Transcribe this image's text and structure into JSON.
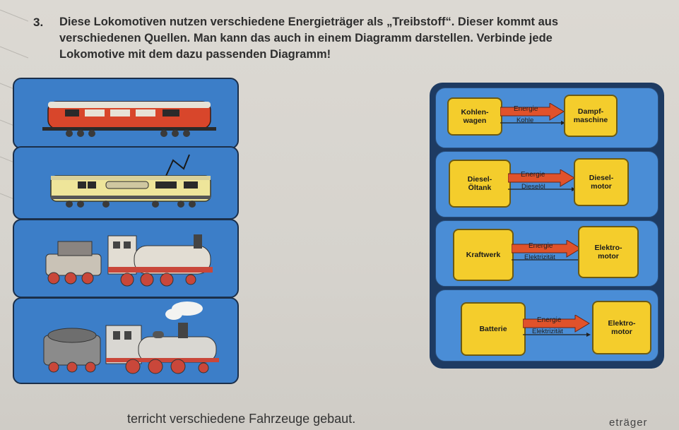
{
  "task": {
    "number": "3.",
    "line1": "Diese Lokomotiven nutzen verschiedene Energieträger als „Treibstoff“. Dieser kommt aus",
    "line2": "verschiedenen Quellen. Man kann das auch in einem Diagramm darstellen. Verbinde jede",
    "line3": "Lokomotive mit dem dazu passenden Diagramm!"
  },
  "locomotives": [
    {
      "type": "diesel",
      "color": "#d8462b"
    },
    {
      "type": "electric",
      "color": "#eee59a"
    },
    {
      "type": "steam-red",
      "color": "#c9473a"
    },
    {
      "type": "steam-old",
      "color": "#9a9a9a"
    }
  ],
  "diagrams": [
    {
      "source": "Kohlen-\nwagen",
      "energy": "Energie",
      "carrier": "Kohle",
      "target": "Dampf-\nmaschine"
    },
    {
      "source": "Diesel-\nÖltank",
      "energy": "Energie",
      "carrier": "Dieselöl",
      "target": "Diesel-\nmotor"
    },
    {
      "source": "Kraftwerk",
      "energy": "Energie",
      "carrier": "Elektrizität",
      "target": "Elektro-\nmotor"
    },
    {
      "source": "Batterie",
      "energy": "Energie",
      "carrier": "Elektrizität",
      "target": "Elektro-\nmotor"
    }
  ],
  "colors": {
    "panel_blue": "#3c7ec8",
    "box_yellow": "#f4cd2c",
    "arrow_red": "#e0522b"
  },
  "footer": {
    "text": "terricht verschiedene Fahrzeuge gebaut.",
    "right": "eträger"
  }
}
